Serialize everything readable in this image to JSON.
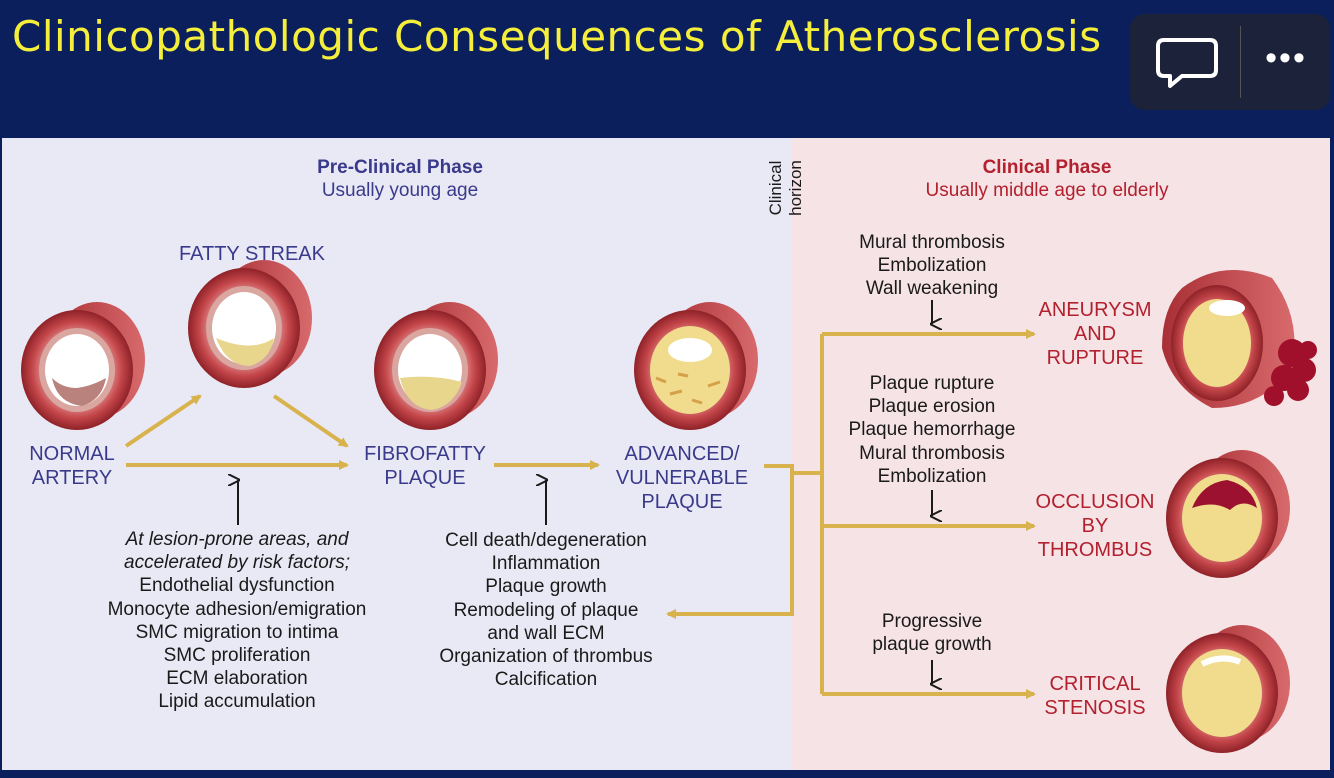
{
  "title": "Clinicopathologic Consequences of Atherosclerosis",
  "icons": {
    "comment": "comment-icon",
    "more": "more-icon"
  },
  "more_glyph": "•••",
  "colors": {
    "header_bg": "#0a1f5c",
    "title": "#f5ee3a",
    "preclinical_bg": "#e9e9f5",
    "clinical_bg": "#f6e3e6",
    "navy_text": "#3a3a8c",
    "red_text": "#b3202e",
    "arrow": "#d8b24c"
  },
  "preclinical": {
    "heading": "Pre-Clinical Phase",
    "subheading": "Usually young age"
  },
  "clinical": {
    "heading": "Clinical Phase",
    "subheading": "Usually middle age to elderly"
  },
  "horizon": {
    "line1": "Clinical",
    "line2": "horizon"
  },
  "stages": {
    "normal": [
      "NORMAL",
      "ARTERY"
    ],
    "fatty_streak": "FATTY STREAK",
    "fibrofatty": [
      "FIBROFATTY",
      "PLAQUE"
    ],
    "advanced": [
      "ADVANCED/",
      "VULNERABLE",
      "PLAQUE"
    ]
  },
  "outcomes": {
    "aneurysm": [
      "ANEURYSM",
      "AND",
      "RUPTURE"
    ],
    "occlusion": [
      "OCCLUSION",
      "BY",
      "THROMBUS"
    ],
    "stenosis": [
      "CRITICAL",
      "STENOSIS"
    ]
  },
  "risk_factors": {
    "intro": [
      "At lesion-prone areas, and",
      "accelerated by risk factors;"
    ],
    "items": [
      "Endothelial dysfunction",
      "Monocyte adhesion/emigration",
      "SMC migration to intima",
      "SMC proliferation",
      "ECM elaboration",
      "Lipid accumulation"
    ]
  },
  "plaque_processes": [
    "Cell death/degeneration",
    "Inflammation",
    "Plaque growth",
    "Remodeling of plaque",
    "and wall ECM",
    "Organization of thrombus",
    "Calcification"
  ],
  "aneurysm_causes": [
    "Mural thrombosis",
    "Embolization",
    "Wall weakening"
  ],
  "occlusion_causes": [
    "Plaque rupture",
    "Plaque erosion",
    "Plaque hemorrhage",
    "Mural thrombosis",
    "Embolization"
  ],
  "stenosis_causes": [
    "Progressive",
    "plaque growth"
  ]
}
